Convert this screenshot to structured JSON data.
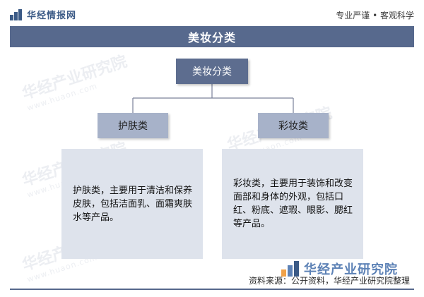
{
  "header": {
    "brand": "华经情报网",
    "slogan": "专业严谨 • 客观科学"
  },
  "title": "美妆分类",
  "diagram": {
    "root": "美妆分类",
    "children": [
      {
        "label": "护肤类",
        "description": "护肤类，主要用于清洁和保养皮肤，包括洁面乳、面霜爽肤水等产品。"
      },
      {
        "label": "彩妆类",
        "description": "彩妆类，主要用于装饰和改变面部和身体的外观，包括口红、粉底、遮瑕、眼影、腮红等产品。"
      }
    ]
  },
  "watermark": {
    "text": "华经产业研究院",
    "url": "www.huaon.com"
  },
  "footer": {
    "logo_text": "华经产业研究院",
    "source": "资料来源：公开资料，华经产业研究院整理"
  },
  "colors": {
    "banner": "#57698d",
    "root_node": "#5d6d8f",
    "child_node": "#a7b2c9",
    "desc_box": "#dee3ec",
    "connector": "#7a8099"
  }
}
